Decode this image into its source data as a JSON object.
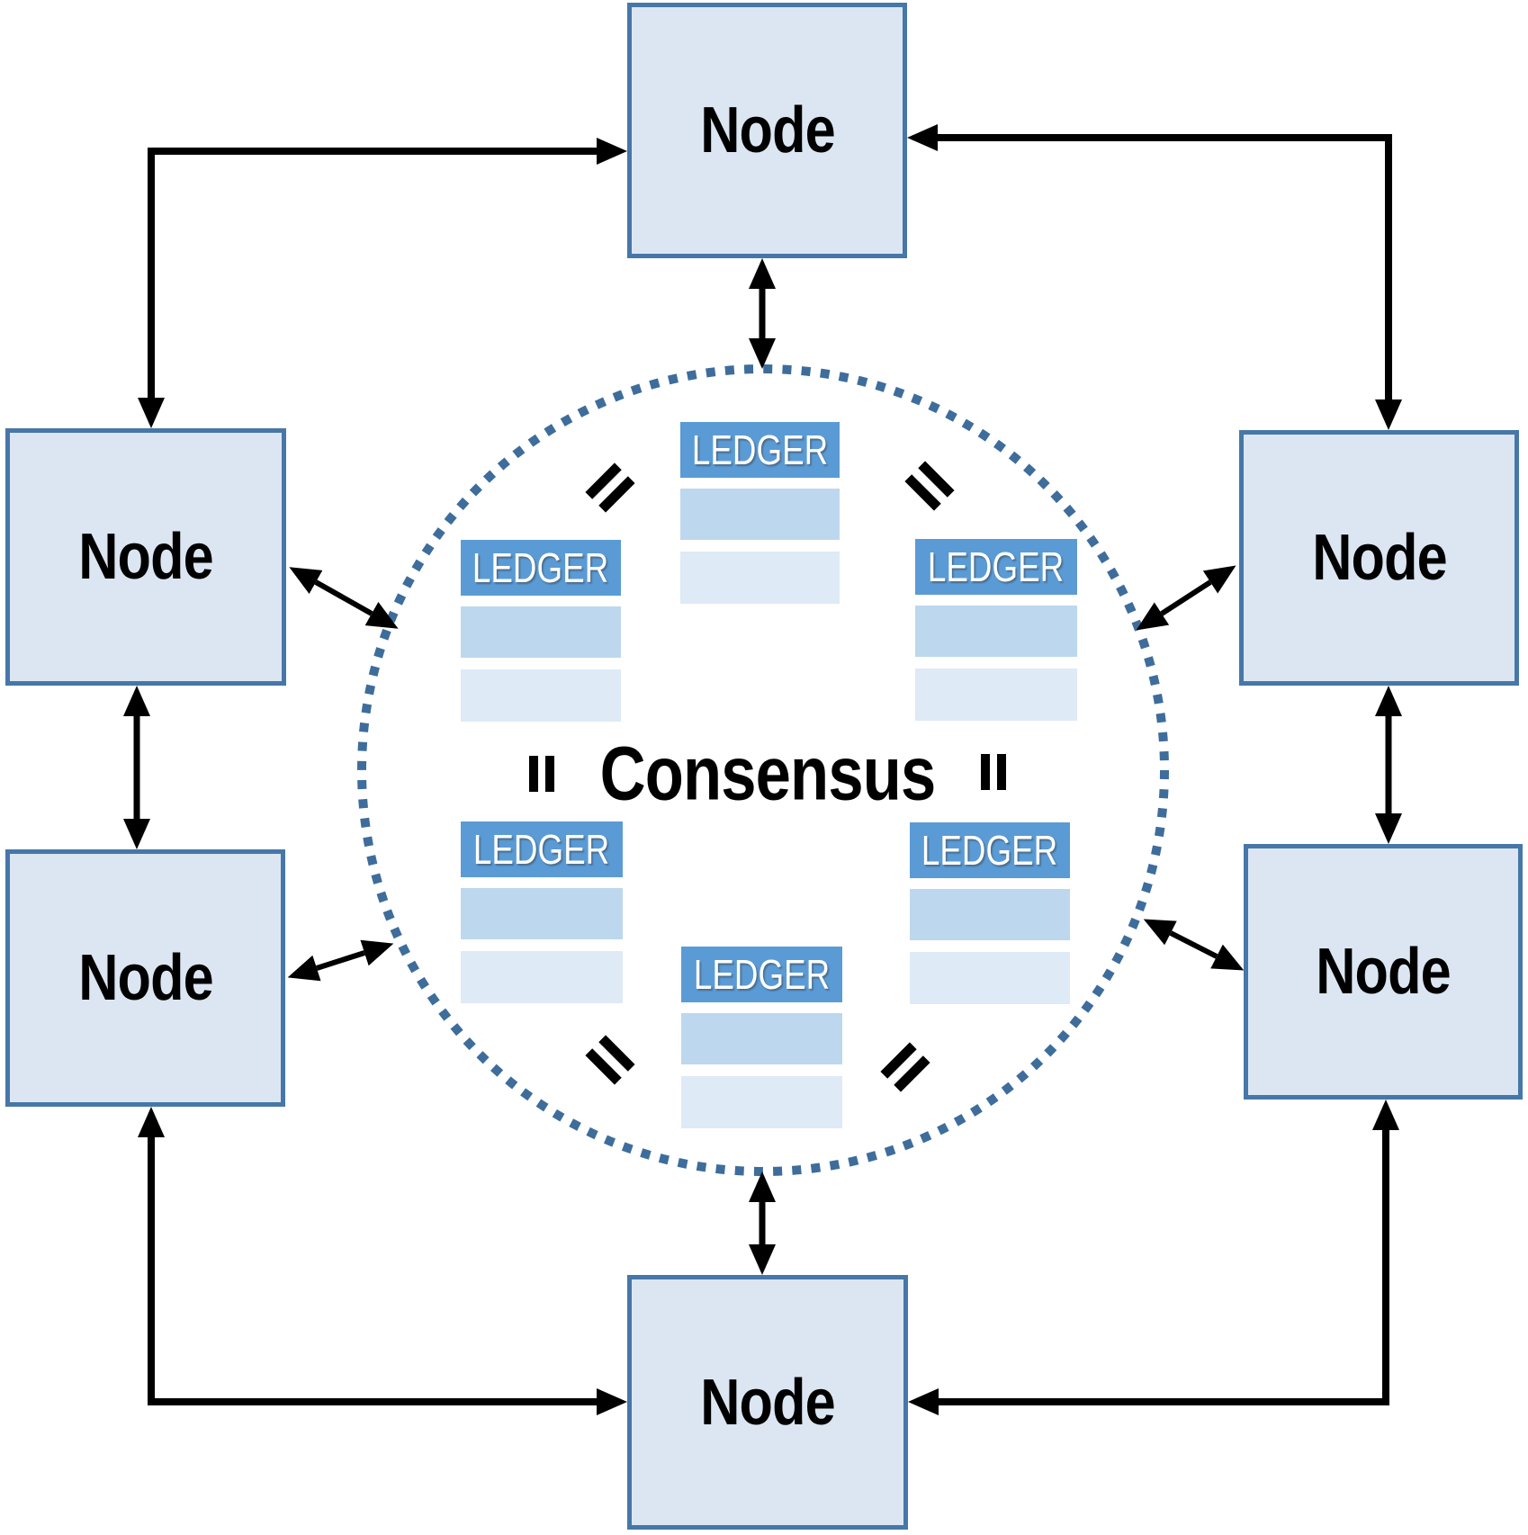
{
  "labels": {
    "node": "Node",
    "ledger": "LEDGER",
    "consensus": "Consensus"
  },
  "structure": {
    "node_count": 6,
    "ledger_count": 6,
    "equality_mark_count": 6,
    "connector_count": 12
  },
  "colors": {
    "node_fill": "#dce6f2",
    "node_border": "#4677a8",
    "ledger_header": "#5b9bd5",
    "ledger_row1": "#bdd7ee",
    "ledger_row2": "#deeaf6",
    "ring": "#3e6d9c",
    "arrow": "#000000",
    "node_text": "#000000",
    "ledger_text": "#ffffff"
  }
}
